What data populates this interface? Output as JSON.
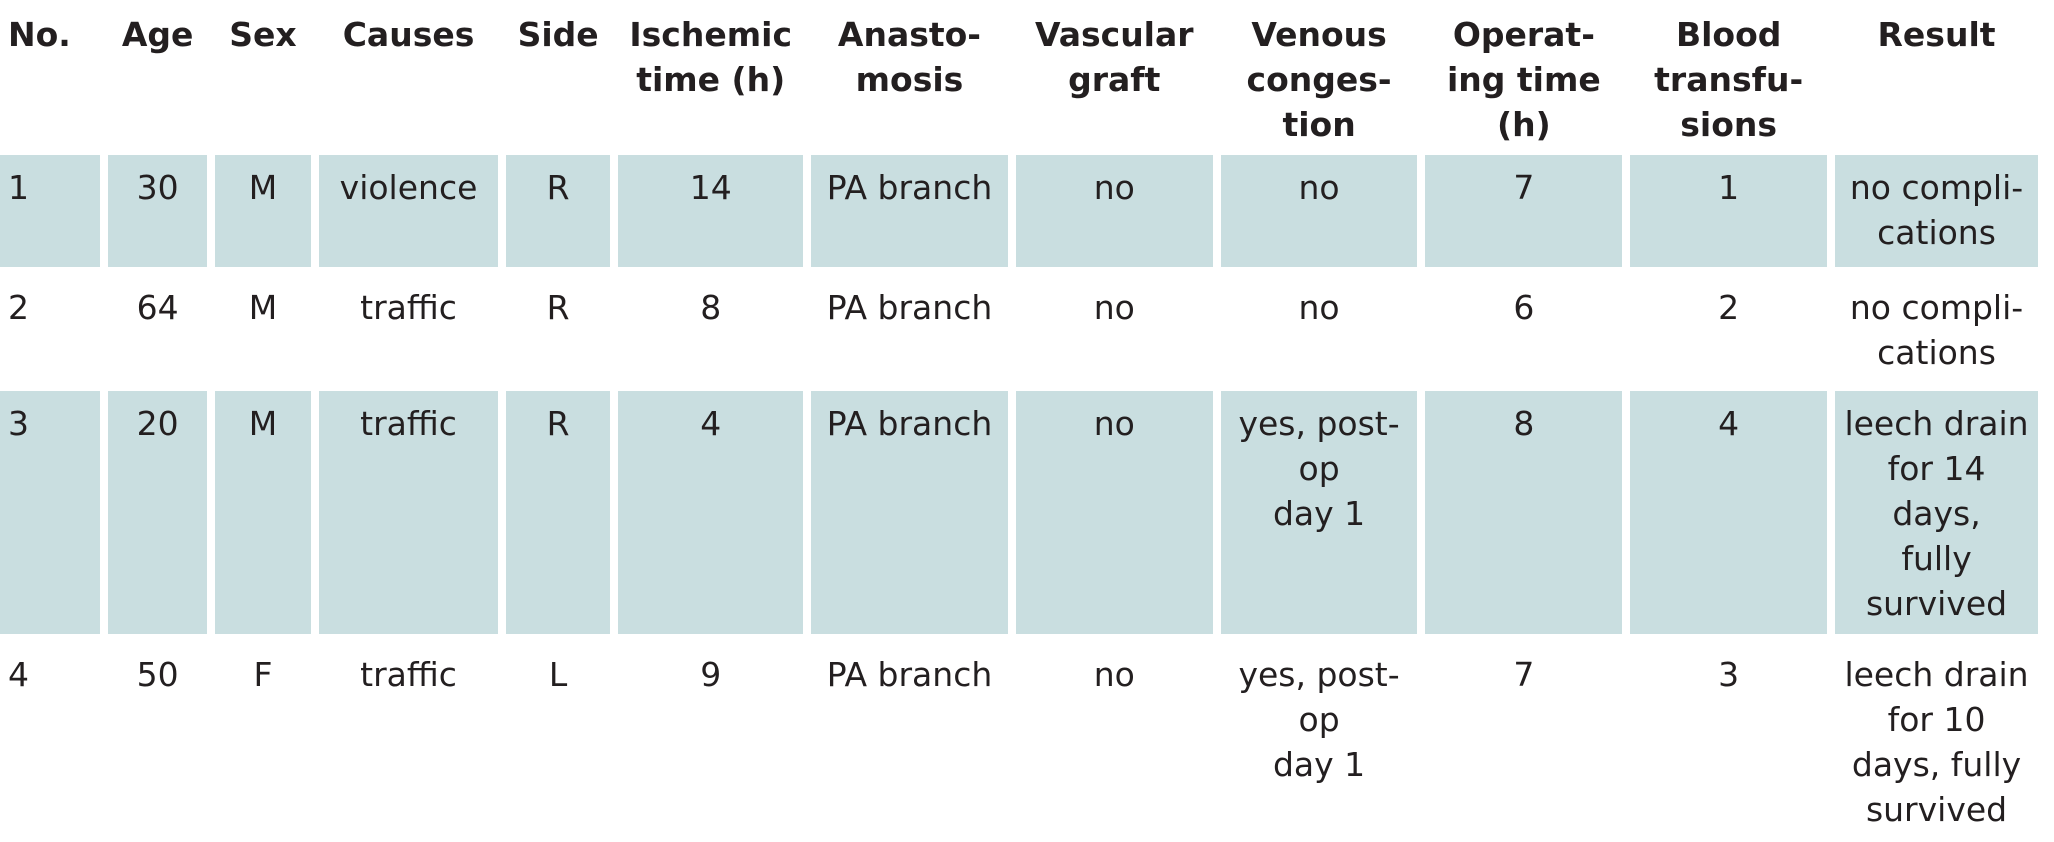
{
  "table": {
    "headers": [
      "No.",
      "Age",
      "Sex",
      "Causes",
      "Side",
      "Ischemic time (h)",
      "Anasto-mosis",
      "Vascular graft",
      "Venous conges-tion",
      "Operat-ing time (h)",
      "Blood transfu-sions",
      "Result"
    ],
    "header_lines": [
      [
        "No."
      ],
      [
        "Age"
      ],
      [
        "Sex"
      ],
      [
        "Causes"
      ],
      [
        "Side"
      ],
      [
        "Ischemic",
        "time (h)"
      ],
      [
        "Anasto-",
        "mosis"
      ],
      [
        "Vascular",
        "graft"
      ],
      [
        "Venous",
        "conges-",
        "tion"
      ],
      [
        "Operat-",
        "ing time",
        "(h)"
      ],
      [
        "Blood",
        "transfu-",
        "sions"
      ],
      [
        "Result"
      ]
    ],
    "rows": [
      {
        "cells": [
          "1",
          "30",
          "M",
          "violence",
          "R",
          "14",
          "PA branch",
          "no",
          "no",
          "7",
          "1",
          "no complications"
        ],
        "venous_lines": [
          "no"
        ],
        "result_lines": [
          "no compli-",
          "cations"
        ]
      },
      {
        "cells": [
          "2",
          "64",
          "M",
          "traffic",
          "R",
          "8",
          "PA branch",
          "no",
          "no",
          "6",
          "2",
          "no complications"
        ],
        "venous_lines": [
          "no"
        ],
        "result_lines": [
          "no compli-",
          "cations"
        ]
      },
      {
        "cells": [
          "3",
          "20",
          "M",
          "traffic",
          "R",
          "4",
          "PA branch",
          "no",
          "yes, post-op day 1",
          "8",
          "4",
          "leech drain for 14 days, fully survived"
        ],
        "venous_lines": [
          "yes, post-op",
          "day 1"
        ],
        "result_lines": [
          "leech drain",
          "for 14 days,",
          "fully",
          "survived"
        ]
      },
      {
        "cells": [
          "4",
          "50",
          "F",
          "traffic",
          "L",
          "9",
          "PA branch",
          "no",
          "yes, post-op day 1",
          "7",
          "3",
          "leech drain for 10 days, fully survived"
        ],
        "venous_lines": [
          "yes, post-op",
          "day 1"
        ],
        "result_lines": [
          "leech drain",
          "for 10",
          "days, fully",
          "survived"
        ]
      }
    ],
    "shade_color": "#c9dee0",
    "text_color": "#231f20"
  }
}
